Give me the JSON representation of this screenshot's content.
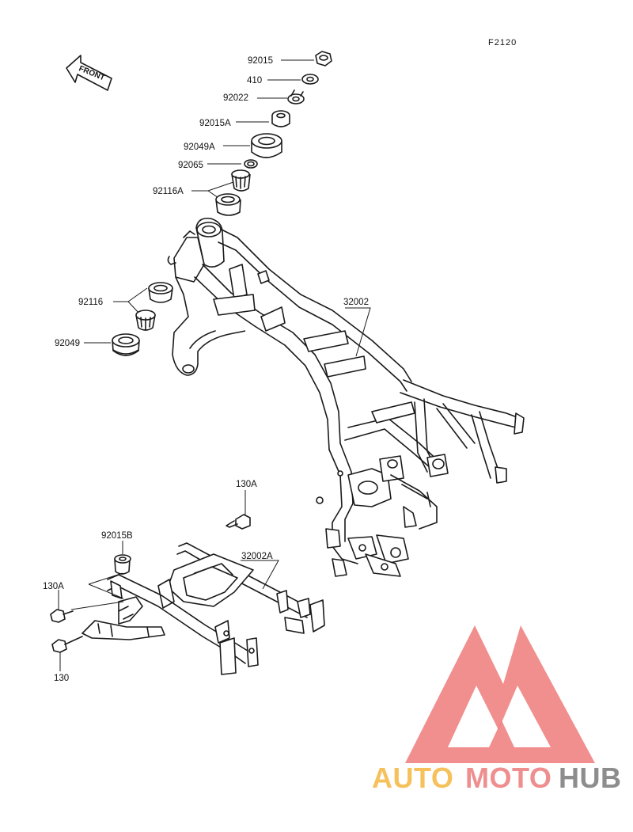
{
  "diagram": {
    "code": "F2120",
    "front_arrow": "FRONT",
    "labels": {
      "l92015": "92015",
      "l410": "410",
      "l92022": "92022",
      "l92015A": "92015A",
      "l92049A": "92049A",
      "l92065": "92065",
      "l92116A": "92116A",
      "l92116": "92116",
      "l92049": "92049",
      "l32002": "32002",
      "l130A_top": "130A",
      "l92015B": "92015B",
      "l32002A": "32002A",
      "l130A_left": "130A",
      "l130": "130"
    }
  },
  "watermark": {
    "auto": "AUTO",
    "moto": "MOTO",
    "hub": "HUB",
    "colors": {
      "auto": "#f6c15a",
      "moto": "#ef8e8e",
      "hub": "#8d8d8d",
      "triangle": "#ee7b7b"
    }
  }
}
